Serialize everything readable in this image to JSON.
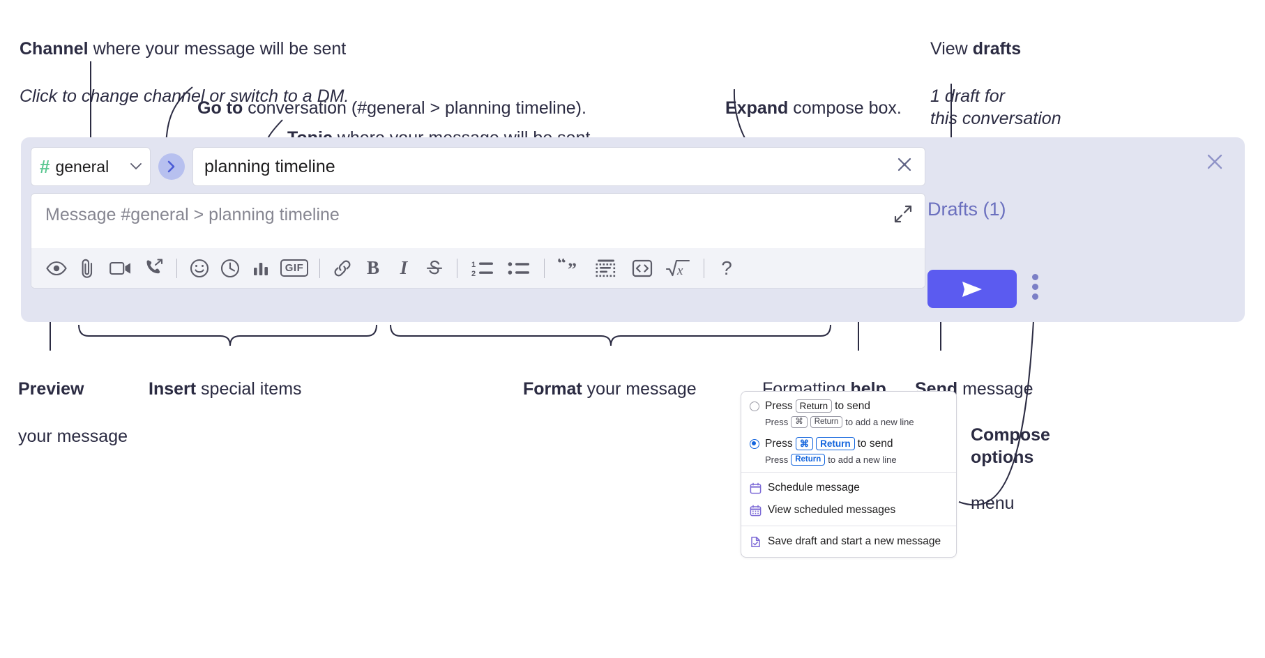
{
  "annotations": {
    "channel": {
      "bold": "Channel",
      "rest": " where your message will be sent",
      "italic": "Click to change channel or switch to a DM."
    },
    "goto": {
      "bold": "Go to",
      "rest": " conversation (#general > planning timeline)."
    },
    "topic": {
      "bold": "Topic",
      "rest": " where your message will be sent"
    },
    "expand": {
      "bold": "Expand",
      "rest": " compose box."
    },
    "drafts": {
      "pre": "View ",
      "bold": "drafts",
      "italic": "1 draft for\nthis conversation"
    },
    "preview": {
      "bold": "Preview",
      "rest": "your message"
    },
    "insert": {
      "bold": "Insert",
      "rest": " special items"
    },
    "format": {
      "bold": "Format",
      "rest": " your message"
    },
    "help": {
      "pre": "Formatting ",
      "bold": "help"
    },
    "send": {
      "bold": "Send",
      "rest": " message"
    },
    "compose_options": {
      "bold": "Compose\noptions",
      "rest": "menu"
    }
  },
  "compose": {
    "channel": {
      "hash": "#",
      "name": "general",
      "chevron": "⌄"
    },
    "goto_glyph": "›",
    "topic": {
      "value": "planning timeline",
      "clear_glyph": "✕"
    },
    "message": {
      "placeholder": "Message #general > planning timeline"
    },
    "toolbar": [
      {
        "name": "preview-icon",
        "label": ""
      },
      {
        "name": "attachment-icon",
        "label": ""
      },
      {
        "name": "video-icon",
        "label": ""
      },
      {
        "name": "audio-clip-icon",
        "label": ""
      },
      {
        "name": "emoji-icon",
        "label": ""
      },
      {
        "name": "clock-icon",
        "label": ""
      },
      {
        "name": "poll-icon",
        "label": ""
      },
      {
        "name": "gif-icon",
        "label": "GIF"
      },
      {
        "name": "link-icon",
        "label": ""
      },
      {
        "name": "bold-icon",
        "label": "B"
      },
      {
        "name": "italic-icon",
        "label": "I"
      },
      {
        "name": "strikethrough-icon",
        "label": "S"
      },
      {
        "name": "ordered-list-icon",
        "label": ""
      },
      {
        "name": "bullet-list-icon",
        "label": ""
      },
      {
        "name": "blockquote-icon",
        "label": ""
      },
      {
        "name": "code-block-icon",
        "label": ""
      },
      {
        "name": "code-icon",
        "label": ""
      },
      {
        "name": "latex-icon",
        "label": ""
      },
      {
        "name": "help-icon",
        "label": "?"
      }
    ],
    "panel_close_glyph": "✕",
    "drafts_label": "Drafts (1)",
    "send_label": "➤"
  },
  "popup": {
    "option_return": {
      "main_pre": "Press",
      "main_key": "Return",
      "main_post": "to send",
      "sub_pre": "Press",
      "sub_key1": "⌘",
      "sub_key2": "Return",
      "sub_post": "to add a new line",
      "selected": false
    },
    "option_cmd_return": {
      "main_pre": "Press",
      "main_key1": "⌘",
      "main_key2": "Return",
      "main_post": "to send",
      "sub_pre": "Press",
      "sub_key": "Return",
      "sub_post": "to add a new line",
      "selected": true
    },
    "items": [
      {
        "icon": "calendar-icon",
        "label": "Schedule message"
      },
      {
        "icon": "calendar-grid-icon",
        "label": "View scheduled messages"
      },
      {
        "icon": "save-draft-icon",
        "label": "Save draft and start a new message"
      }
    ]
  },
  "colors": {
    "panel_bg": "#e2e4f1",
    "accent_purple": "#5b5bf0",
    "drafts_text": "#6a6fbe",
    "hash_green": "#5bc791",
    "goto_bg": "#b7c0ef",
    "radio_blue": "#1264dd"
  }
}
